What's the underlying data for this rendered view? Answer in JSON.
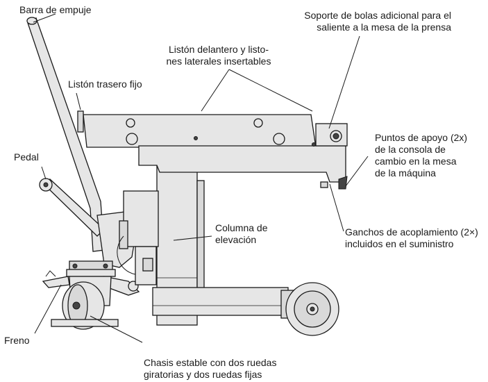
{
  "labels": {
    "push_bar": "Barra de empuje",
    "ball_support_l1": "Soporte de bolas adicional para el",
    "ball_support_l2": "saliente a la mesa de la prensa",
    "front_strip_l1": "Listón delantero y listo-",
    "front_strip_l2": "nes laterales insertables",
    "rear_strip": "Listón trasero fijo",
    "support_points_l1": "Puntos de apoyo (2x)",
    "support_points_l2": "de la consola de",
    "support_points_l3": "cambio en la mesa",
    "support_points_l4": "de la máquina",
    "pedal": "Pedal",
    "column_l1": "Columna de",
    "column_l2": "elevación",
    "hooks_l1": "Ganchos de acoplamiento (2×)",
    "hooks_l2": "incluidos en el suministro",
    "brake": "Freno",
    "chassis_l1": "Chasis estable con dos ruedas",
    "chassis_l2": "giratorias y dos ruedas fijas"
  },
  "colors": {
    "part_fill": "#e6e6e6",
    "outline": "#1a1a1a"
  }
}
